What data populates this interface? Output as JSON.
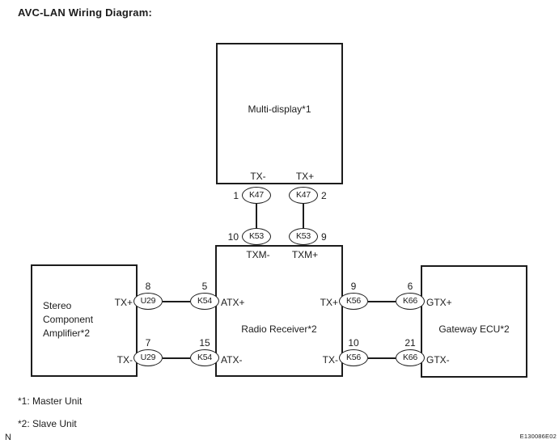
{
  "title": "AVC-LAN Wiring Diagram:",
  "units": {
    "multi_display": {
      "label": "Multi-display*1",
      "pin_tx_minus": "TX-",
      "pin_tx_plus": "TX+"
    },
    "stereo_amplifier": {
      "label_lines": [
        "Stereo",
        "Component",
        "Amplifier*2"
      ],
      "pin_tx_plus": "TX+",
      "pin_tx_minus": "TX-"
    },
    "radio_receiver": {
      "label": "Radio Receiver*2",
      "pin_txm_minus": "TXM-",
      "pin_txm_plus": "TXM+",
      "pin_atx_plus": "ATX+",
      "pin_atx_minus": "ATX-",
      "pin_tx_plus": "TX+",
      "pin_tx_minus": "TX-"
    },
    "gateway_ecu": {
      "label": "Gateway ECU*2",
      "pin_gtx_plus": "GTX+",
      "pin_gtx_minus": "GTX-"
    }
  },
  "connectors": {
    "md_tx_minus": {
      "pin": "1",
      "code": "K47"
    },
    "md_tx_plus": {
      "pin": "2",
      "code": "K47"
    },
    "rr_txm_minus": {
      "pin": "10",
      "code": "K53"
    },
    "rr_txm_plus": {
      "pin": "9",
      "code": "K53"
    },
    "amp_tx_plus": {
      "pin": "8",
      "code": "U29"
    },
    "amp_tx_minus": {
      "pin": "7",
      "code": "U29"
    },
    "rr_atx_plus": {
      "pin": "5",
      "code": "K54"
    },
    "rr_atx_minus": {
      "pin": "15",
      "code": "K54"
    },
    "rr_tx_plus": {
      "pin": "9",
      "code": "K56"
    },
    "rr_tx_minus": {
      "pin": "10",
      "code": "K56"
    },
    "gw_gtx_plus": {
      "pin": "6",
      "code": "K66"
    },
    "gw_gtx_minus": {
      "pin": "21",
      "code": "K66"
    }
  },
  "footnotes": {
    "note1": "*1: Master Unit",
    "note2": "*2: Slave Unit"
  },
  "page_marker": "N",
  "figure_code": "E130086E02",
  "colors": {
    "line": "#1c1c1c",
    "background": "#ffffff"
  }
}
